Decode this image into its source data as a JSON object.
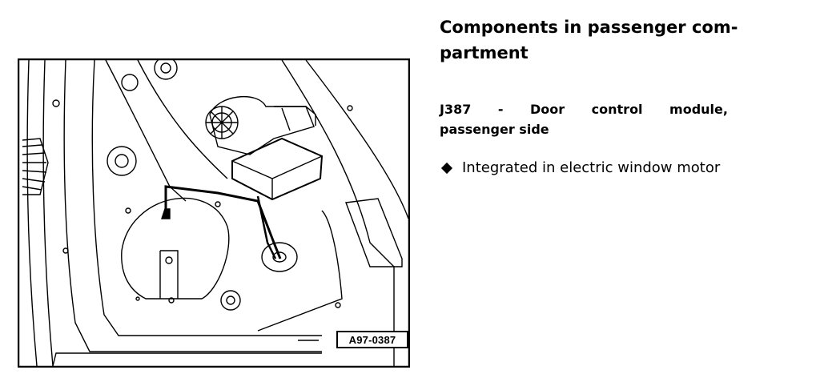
{
  "figure": {
    "reference_label": "A97-0387"
  },
  "text": {
    "heading_line1": "Components in passenger com-",
    "heading_line2": "partment",
    "component_code": "J387",
    "component_dash": "-",
    "component_word1": "Door",
    "component_word2": "control",
    "component_word3": "module,",
    "component_line2": "passenger side",
    "bullet_icon": "diamond-bullet-icon",
    "bullet_text": "Integrated in electric window motor"
  }
}
